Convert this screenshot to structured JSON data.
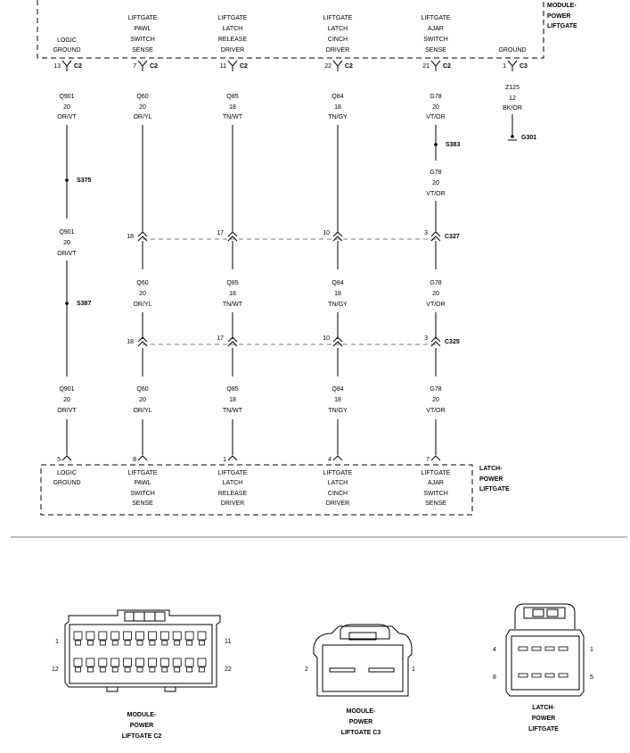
{
  "modules": {
    "top": {
      "name_lines": [
        "MODULE-",
        "POWER",
        "LIFTGATE"
      ],
      "pin_labels": [
        [
          "LOGIC",
          "GROUND"
        ],
        [
          "LIFTGATE",
          "PAWL",
          "SWITCH",
          "SENSE"
        ],
        [
          "LIFTGATE",
          "LATCH",
          "RELEASE",
          "DRIVER"
        ],
        [
          "LIFTGATE",
          "LATCH",
          "CINCH",
          "DRIVER"
        ],
        [
          "LIFTGATE",
          "AJAR",
          "SWITCH",
          "SENSE"
        ],
        [
          "GROUND"
        ]
      ],
      "pins": [
        {
          "pin": "13",
          "conn": "C2"
        },
        {
          "pin": "7",
          "conn": "C2"
        },
        {
          "pin": "11",
          "conn": "C2"
        },
        {
          "pin": "22",
          "conn": "C2"
        },
        {
          "pin": "21",
          "conn": "C2"
        },
        {
          "pin": "1",
          "conn": "C3"
        }
      ]
    },
    "bottom": {
      "name_lines": [
        "LATCH-",
        "POWER",
        "LIFTGATE"
      ],
      "pin_labels": [
        [
          "LOGIC",
          "GROUND"
        ],
        [
          "LIFTGATE",
          "PAWL",
          "SWITCH",
          "SENSE"
        ],
        [
          "LIFTGATE",
          "LATCH",
          "RELEASE",
          "DRIVER"
        ],
        [
          "LIFTGATE",
          "LATCH",
          "CINCH",
          "DRIVER"
        ],
        [
          "LIFTGATE",
          "AJAR",
          "SWITCH",
          "SENSE"
        ]
      ],
      "pins": [
        "5",
        "8",
        "1",
        "4",
        "7"
      ]
    }
  },
  "wire_labels": {
    "row1": [
      [
        "Q901",
        "20",
        "OR/VT"
      ],
      [
        "Q60",
        "20",
        "OR/YL"
      ],
      [
        "Q85",
        "18",
        "TN/WT"
      ],
      [
        "Q84",
        "18",
        "TN/GY"
      ],
      [
        "G78",
        "20",
        "VT/OR"
      ],
      [
        "Z125",
        "12",
        "BK/OR"
      ]
    ],
    "row1b": [
      [
        "G78",
        "20",
        "VT/OR"
      ]
    ],
    "row2": [
      [
        "Q901",
        "20",
        "OR/VT"
      ],
      [
        "Q60",
        "20",
        "OR/YL"
      ],
      [
        "Q85",
        "18",
        "TN/WT"
      ],
      [
        "Q84",
        "18",
        "TN/GY"
      ],
      [
        "G78",
        "20",
        "VT/OR"
      ]
    ],
    "row3": [
      [
        "Q901",
        "20",
        "OR/VT"
      ],
      [
        "Q60",
        "20",
        "OR/YL"
      ],
      [
        "Q85",
        "18",
        "TN/WT"
      ],
      [
        "Q84",
        "18",
        "TN/GY"
      ],
      [
        "G78",
        "20",
        "VT/OR"
      ]
    ]
  },
  "splices": [
    "S375",
    "S387",
    "S383"
  ],
  "ground": "G301",
  "inline_connectors": [
    {
      "name": "C327",
      "pins": [
        "18",
        "17",
        "10",
        "3"
      ]
    },
    {
      "name": "C325",
      "pins": [
        "18",
        "17",
        "10",
        "3"
      ]
    }
  ],
  "connector_views": [
    {
      "caption_lines": [
        "MODULE-",
        "POWER",
        "LIFTGATE C2"
      ],
      "pin_marks": [
        "1",
        "11",
        "12",
        "22"
      ]
    },
    {
      "caption_lines": [
        "MODULE-",
        "POWER",
        "LIFTGATE C3"
      ],
      "pin_marks": [
        "2",
        "1"
      ]
    },
    {
      "caption_lines": [
        "LATCH-",
        "POWER",
        "LIFTGATE"
      ],
      "pin_marks": [
        "4",
        "1",
        "8",
        "5"
      ]
    }
  ]
}
